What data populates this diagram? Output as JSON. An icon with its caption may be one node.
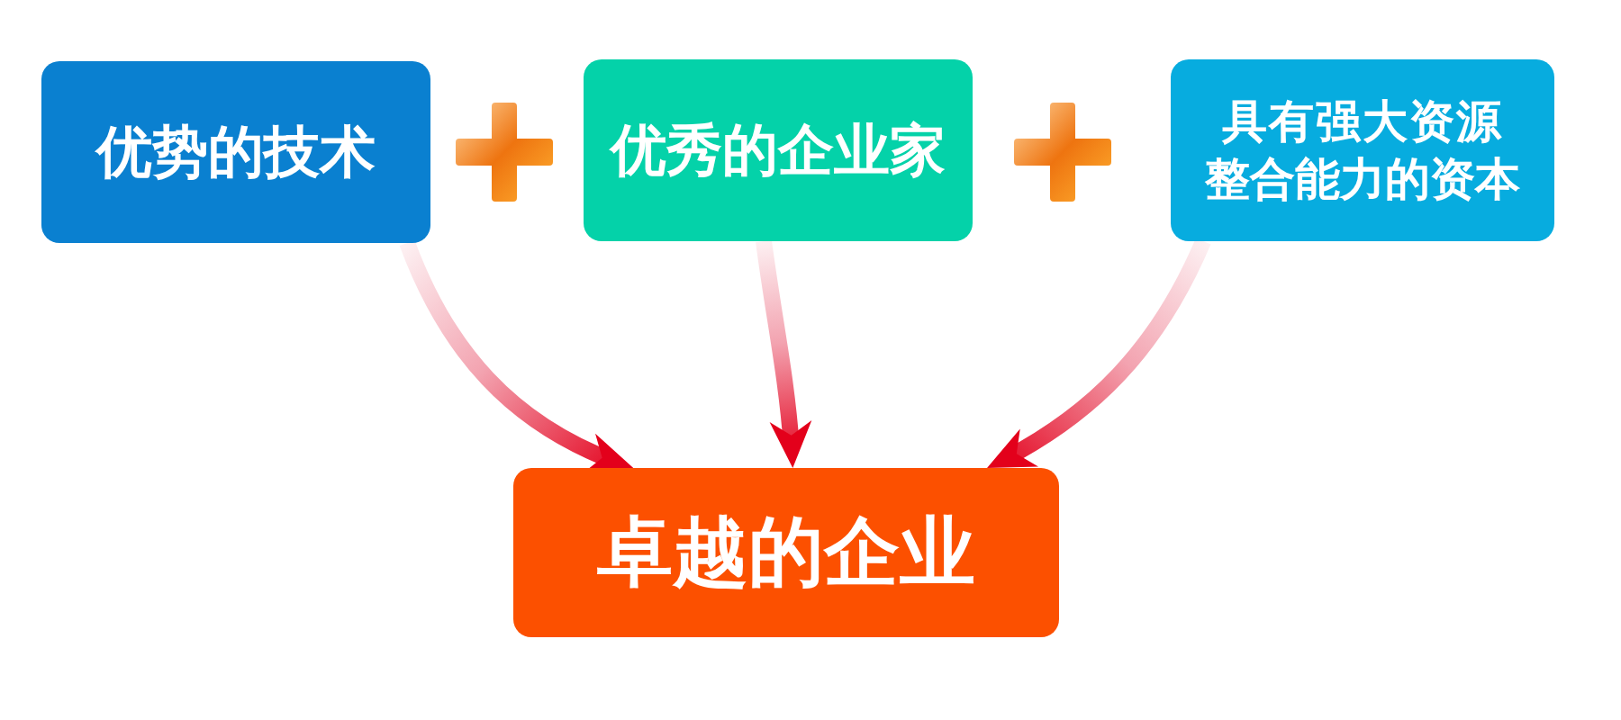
{
  "diagram": {
    "nodes": [
      {
        "text": [
          "优势的技术"
        ]
      },
      {
        "text": [
          "优秀的企业家"
        ]
      },
      {
        "text": [
          "具有强大资源整合能力的资本"
        ]
      },
      {
        "text": [
          "卓越的企业"
        ]
      }
    ],
    "edges": [
      {
        "from": 0,
        "to": 3,
        "arrow": "to"
      },
      {
        "from": 1,
        "to": 3,
        "arrow": "to"
      },
      {
        "from": 2,
        "to": 3,
        "arrow": "to"
      }
    ]
  }
}
